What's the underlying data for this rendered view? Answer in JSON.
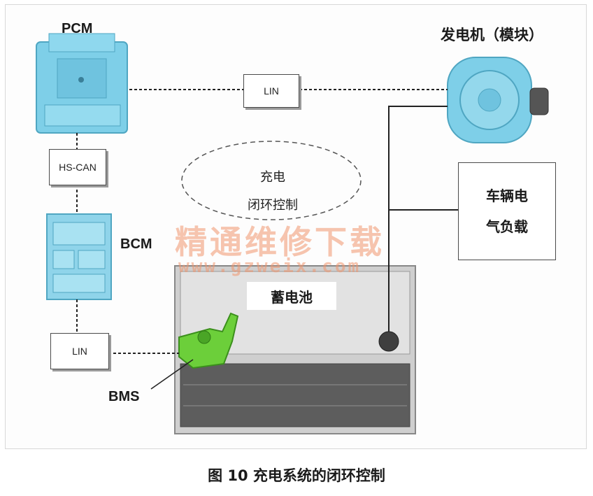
{
  "labels": {
    "pcm": "PCM",
    "bcm": "BCM",
    "bms": "BMS",
    "alternator": "发电机（模块）",
    "battery": "蓄电池"
  },
  "boxes": {
    "lin_top": "LIN",
    "hs_can": "HS-CAN",
    "lin_bottom": "LIN"
  },
  "ellipse": {
    "line1": "充电",
    "line2": "闭环控制"
  },
  "load": {
    "line1": "车辆电",
    "line2": "气负载"
  },
  "watermark": {
    "text": "精通维修下载",
    "url": "www.gzweix.com"
  },
  "caption": "图 10 充电系统的闭环控制",
  "colors": {
    "module_blue": "#7ecfe8",
    "bms_green": "#6ccf3a",
    "battery_gray": "#c9c9c9",
    "watermark": "#f0966e"
  }
}
